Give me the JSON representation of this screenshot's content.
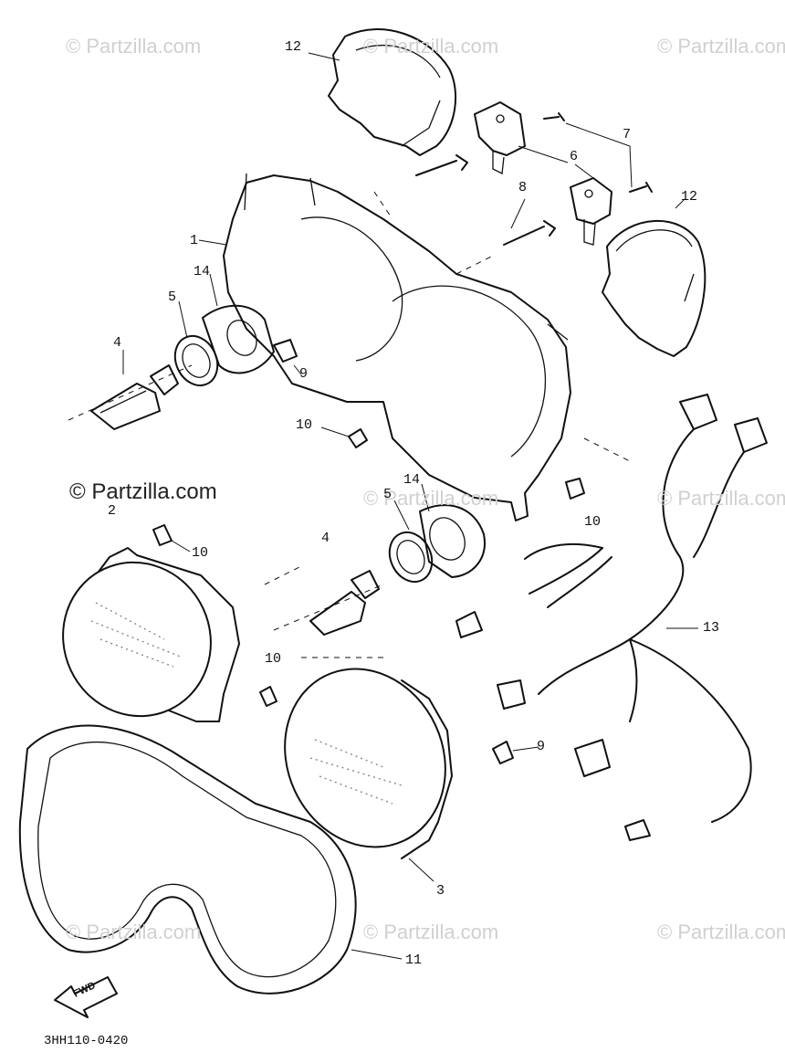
{
  "watermarks": [
    {
      "text": "© Partzilla.com",
      "pos": "top-left"
    },
    {
      "text": "© Partzilla.com",
      "pos": "top-center"
    },
    {
      "text": "© Partzilla.com",
      "pos": "top-right"
    },
    {
      "text": "© Partzilla.com",
      "pos": "middle-left"
    },
    {
      "text": "© Partzilla.com",
      "pos": "middle-center"
    },
    {
      "text": "© Partzilla.com",
      "pos": "middle-right"
    },
    {
      "text": "© Partzilla.com",
      "pos": "bottom-left"
    },
    {
      "text": "© Partzilla.com",
      "pos": "bottom-center"
    },
    {
      "text": "© Partzilla.com",
      "pos": "bottom-right"
    }
  ],
  "callouts": {
    "c12a": "12",
    "c7": "7",
    "c6": "6",
    "c12b": "12",
    "c8": "8",
    "c1": "1",
    "c14a": "14",
    "c5a": "5",
    "c4a": "4",
    "c9a": "9",
    "c10a": "10",
    "c14b": "14",
    "c5b": "5",
    "c2": "2",
    "c10b": "10",
    "c10c": "10",
    "c4b": "4",
    "c13": "13",
    "c10d": "10",
    "c9b": "9",
    "c3": "3",
    "c11": "11"
  },
  "fwd_label": "FWD",
  "diagram_code": "3HH110-0420"
}
